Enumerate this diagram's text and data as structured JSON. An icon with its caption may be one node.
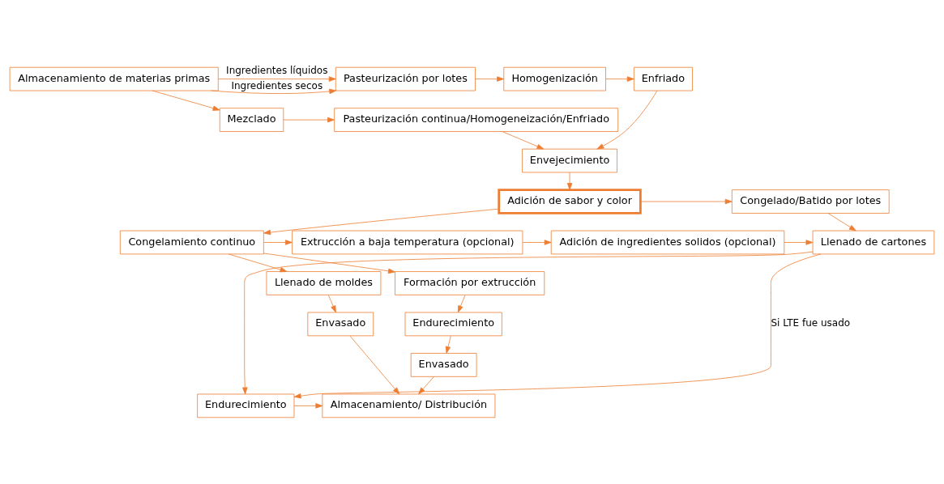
{
  "diagram": {
    "nodes": [
      {
        "text": [
          "Almacenamiento de materias primas"
        ]
      },
      {
        "text": [
          "Pasteurización por lotes"
        ]
      },
      {
        "text": [
          "Homogenización"
        ]
      },
      {
        "text": [
          "Enfriado"
        ]
      },
      {
        "text": [
          "Mezclado"
        ]
      },
      {
        "text": [
          "Pasteurización continua/Homogeneización/Enfriado"
        ]
      },
      {
        "text": [
          "Envejecimiento"
        ]
      },
      {
        "text": [
          "Llenado de cartones"
        ]
      },
      {
        "text": [
          "Congelado/Batido por lotes"
        ]
      },
      {
        "text": [
          "Adición de sabor y color"
        ]
      },
      {
        "text": [
          "Adición de ingredientes solidos (opcional)"
        ]
      },
      {
        "text": [
          "Extrucción a baja temperatura (opcional)"
        ]
      },
      {
        "text": [
          "Congelamiento continuo"
        ]
      },
      {
        "text": [
          "Llenado de moldes"
        ]
      },
      {
        "text": [
          "Formación por extrucción"
        ]
      },
      {
        "text": [
          "Endurecimiento"
        ]
      },
      {
        "text": [
          "Envasado"
        ]
      },
      {
        "text": [
          "Envasado"
        ]
      },
      {
        "text": [
          "Endurecimiento"
        ]
      },
      {
        "text": [
          "Almacenamiento/ Distribución"
        ]
      }
    ],
    "edges": [
      {
        "from": 0,
        "to": 1,
        "arrow": "to",
        "label": "Ingredientes líquidos"
      },
      {
        "from": 0,
        "to": 1,
        "arrow": "to",
        "label": "Ingredientes secos"
      },
      {
        "from": 0,
        "to": 4,
        "arrow": "to"
      },
      {
        "from": 1,
        "to": 2,
        "arrow": "to"
      },
      {
        "from": 2,
        "to": 3,
        "arrow": "to"
      },
      {
        "from": 3,
        "to": 6,
        "arrow": "to"
      },
      {
        "from": 4,
        "to": 5,
        "arrow": "to"
      },
      {
        "from": 5,
        "to": 6,
        "arrow": "to"
      },
      {
        "from": 6,
        "to": 9,
        "arrow": "to"
      },
      {
        "from": 9,
        "to": 8,
        "arrow": "to"
      },
      {
        "from": 9,
        "to": 12,
        "arrow": "to"
      },
      {
        "from": 8,
        "to": 7,
        "arrow": "to"
      },
      {
        "from": 12,
        "to": 11,
        "arrow": "to"
      },
      {
        "from": 11,
        "to": 10,
        "arrow": "to"
      },
      {
        "from": 10,
        "to": 7,
        "arrow": "to"
      },
      {
        "from": 12,
        "to": 13,
        "arrow": "to"
      },
      {
        "from": 12,
        "to": 14,
        "arrow": "to"
      },
      {
        "from": 13,
        "to": 16,
        "arrow": "to"
      },
      {
        "from": 14,
        "to": 15,
        "arrow": "to"
      },
      {
        "from": 15,
        "to": 17,
        "arrow": "to"
      },
      {
        "from": 7,
        "to": 18,
        "arrow": "to"
      },
      {
        "from": 7,
        "to": 18,
        "arrow": "to",
        "label": "Si LTE fue usado"
      },
      {
        "from": 18,
        "to": 19,
        "arrow": "to"
      },
      {
        "from": 16,
        "to": 19,
        "arrow": "to"
      },
      {
        "from": 17,
        "to": 19,
        "arrow": "to"
      }
    ]
  }
}
